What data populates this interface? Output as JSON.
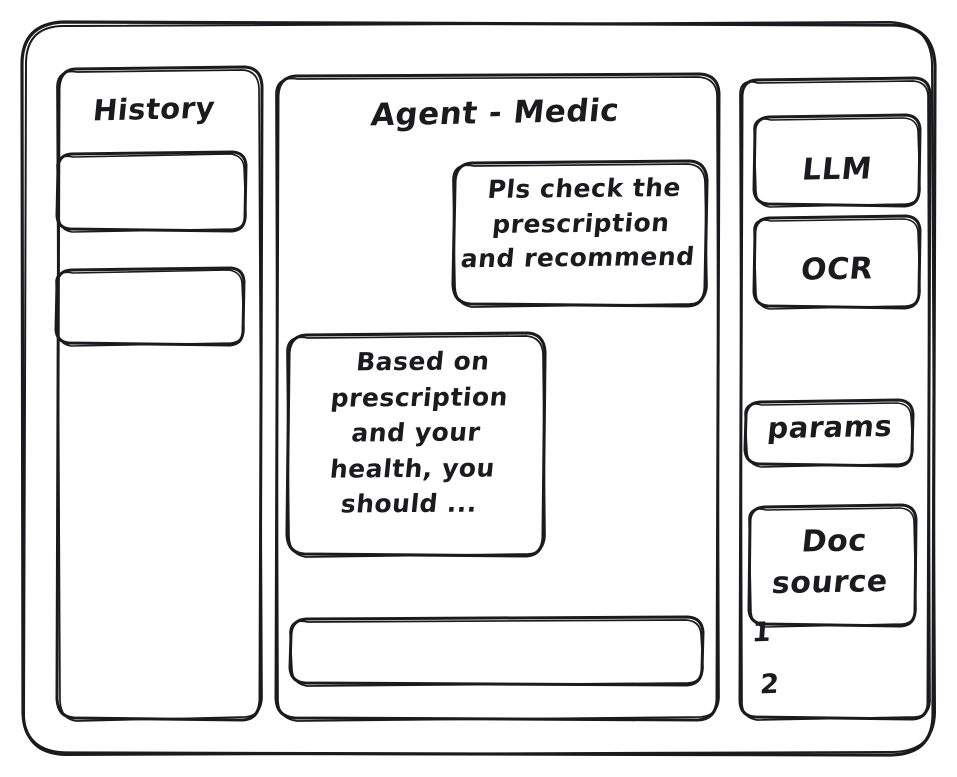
{
  "app": {
    "style": "hand-drawn-wireframe",
    "stroke_color": "#1b1b1f",
    "background_color": "#ffffff"
  },
  "sidebar_left": {
    "title": "History",
    "items": [
      {
        "label": "",
        "name": "history-item-1"
      },
      {
        "label": "",
        "name": "history-item-2"
      }
    ]
  },
  "main": {
    "title": "Agent - Medic",
    "messages": [
      {
        "role": "user",
        "align": "right",
        "text": "Pls check the\nprescription\nand recommend"
      },
      {
        "role": "assistant",
        "align": "left",
        "text": "Based on\nprescription\nand your\nhealth, you\nshould ..."
      }
    ],
    "composer": {
      "value": "",
      "placeholder": ""
    }
  },
  "sidebar_right": {
    "tools": [
      {
        "label": "LLM",
        "name": "tool-llm"
      },
      {
        "label": "OCR",
        "name": "tool-ocr"
      },
      {
        "label": "params",
        "name": "tool-params"
      },
      {
        "label": "Doc\nsource",
        "name": "tool-doc-source"
      }
    ],
    "doc_items": [
      {
        "label": "1"
      },
      {
        "label": "2"
      }
    ]
  }
}
